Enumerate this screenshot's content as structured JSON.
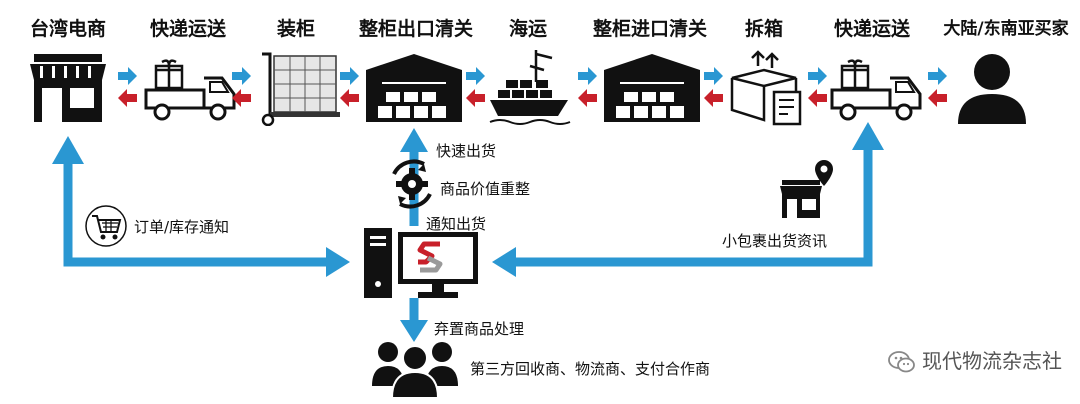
{
  "stages": [
    {
      "label": "台湾电商",
      "icon": "storefront-icon"
    },
    {
      "label": "快递运送",
      "icon": "delivery-truck-icon"
    },
    {
      "label": "装柜",
      "icon": "pallet-jack-icon"
    },
    {
      "label": "整柜出口清关",
      "icon": "warehouse-icon"
    },
    {
      "label": "海运",
      "icon": "cargo-ship-icon"
    },
    {
      "label": "整柜进口清关",
      "icon": "warehouse-icon"
    },
    {
      "label": "拆箱",
      "icon": "unboxing-icon"
    },
    {
      "label": "快递运送",
      "icon": "delivery-truck-icon"
    },
    {
      "label": "大陆/东南亚买家",
      "icon": "buyer-person-icon"
    }
  ],
  "flows": {
    "order_notice": "订单/库存通知",
    "quick_ship": "快速出货",
    "revalue": "商品价值重整",
    "notify_ship": "通知出货",
    "parcel_info": "小包裹出货资讯",
    "discard": "弃置商品处理",
    "third_party": "第三方回收商、物流商、支付合作商"
  },
  "watermark": "现代物流杂志社",
  "colors": {
    "flow_blue": "#2a97d2",
    "back_red": "#c8202a",
    "ink": "#111111"
  }
}
